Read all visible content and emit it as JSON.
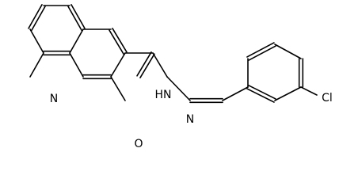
{
  "structure": {
    "atom_labels": {
      "ring_nitrogen": "N",
      "carbonyl_oxygen": "O",
      "amide_nh": "HN",
      "imine_nitrogen": "N",
      "chlorine": "Cl"
    }
  }
}
